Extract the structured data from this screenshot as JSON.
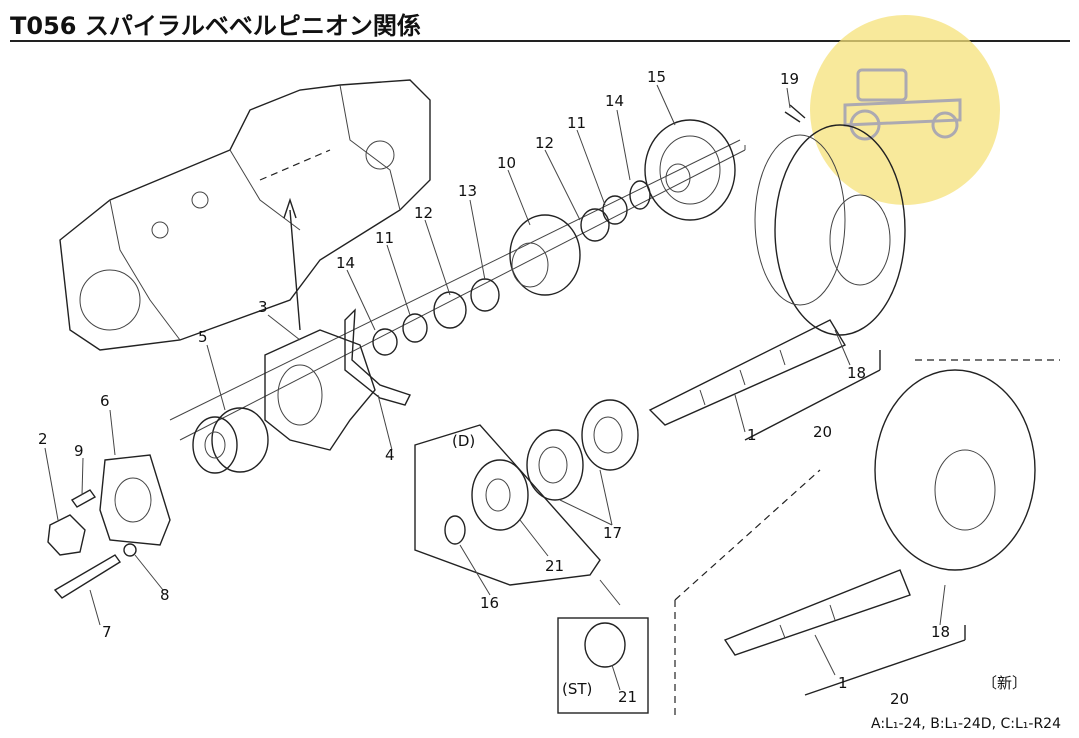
{
  "title": "T056 スパイラルベベルピニオン関係",
  "footer_note": "A:L₁-24, B:L₁-24D, C:L₁-R24",
  "new_marker": "〔新〕",
  "group_labels": {
    "d_group": "(D)",
    "st_group": "(ST)"
  },
  "callouts": [
    {
      "id": "c19",
      "text": "19"
    },
    {
      "id": "c15",
      "text": "15"
    },
    {
      "id": "c14a",
      "text": "14"
    },
    {
      "id": "c11a",
      "text": "11"
    },
    {
      "id": "c12a",
      "text": "12"
    },
    {
      "id": "c10",
      "text": "10"
    },
    {
      "id": "c13",
      "text": "13"
    },
    {
      "id": "c12b",
      "text": "12"
    },
    {
      "id": "c11b",
      "text": "11"
    },
    {
      "id": "c14b",
      "text": "14"
    },
    {
      "id": "c3",
      "text": "3"
    },
    {
      "id": "c5",
      "text": "5"
    },
    {
      "id": "c6",
      "text": "6"
    },
    {
      "id": "c4",
      "text": "4"
    },
    {
      "id": "c2",
      "text": "2"
    },
    {
      "id": "c9",
      "text": "9"
    },
    {
      "id": "c8",
      "text": "8"
    },
    {
      "id": "c7",
      "text": "7"
    },
    {
      "id": "c18a",
      "text": "18"
    },
    {
      "id": "c1a",
      "text": "1"
    },
    {
      "id": "c20a",
      "text": "20"
    },
    {
      "id": "c17",
      "text": "17"
    },
    {
      "id": "c21a",
      "text": "21"
    },
    {
      "id": "c16",
      "text": "16"
    },
    {
      "id": "c21b",
      "text": "21"
    },
    {
      "id": "c18b",
      "text": "18"
    },
    {
      "id": "c1b",
      "text": "1"
    },
    {
      "id": "c20b",
      "text": "20"
    }
  ],
  "watermark": {
    "icon": "tractor-icon",
    "color": "#f5e06a"
  }
}
